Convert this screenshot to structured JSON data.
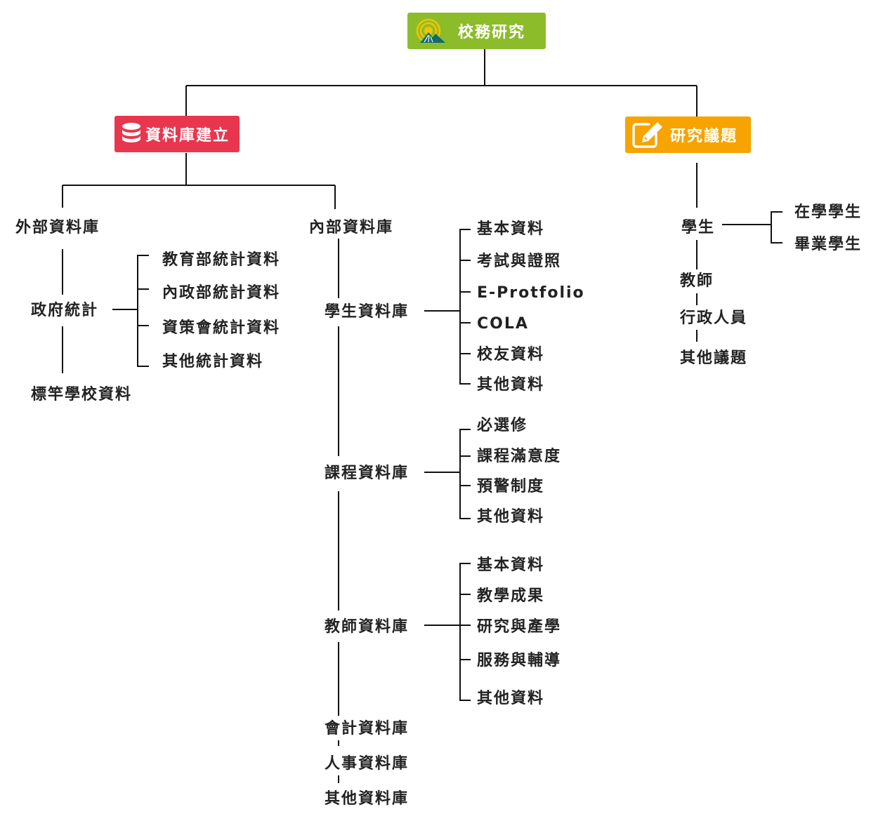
{
  "root": {
    "label": "校務研究",
    "icon": "sun-mountain-logo-icon"
  },
  "database": {
    "label": "資料庫建立",
    "icon": "database-icon",
    "external": {
      "label": "外部資料庫",
      "gov_stats": {
        "label": "政府統計",
        "items": [
          "教育部統計資料",
          "內政部統計資料",
          "資策會統計資料",
          "其他統計資料"
        ]
      },
      "benchmark": "標竿學校資料"
    },
    "internal": {
      "label": "內部資料庫",
      "student": {
        "label": "學生資料庫",
        "items": [
          "基本資料",
          "考試與證照",
          "E-Protfolio",
          "COLA",
          "校友資料",
          "其他資料"
        ]
      },
      "course": {
        "label": "課程資料庫",
        "items": [
          "必選修",
          "課程滿意度",
          "預警制度",
          "其他資料"
        ]
      },
      "teacher": {
        "label": "教師資料庫",
        "items": [
          "基本資料",
          "教學成果",
          "研究與產學",
          "服務與輔導",
          "其他資料"
        ]
      },
      "accounting": "會計資料庫",
      "personnel": "人事資料庫",
      "others": "其他資料庫"
    }
  },
  "research": {
    "label": "研究議題",
    "icon": "edit-pencil-icon",
    "student": {
      "label": "學生",
      "items": [
        "在學學生",
        "畢業學生"
      ]
    },
    "teacher": "教師",
    "staff": "行政人員",
    "others": "其他議題"
  },
  "colors": {
    "root": "#8cbc2a",
    "database": "#e8364e",
    "research": "#f7a300",
    "line": "#111111"
  }
}
